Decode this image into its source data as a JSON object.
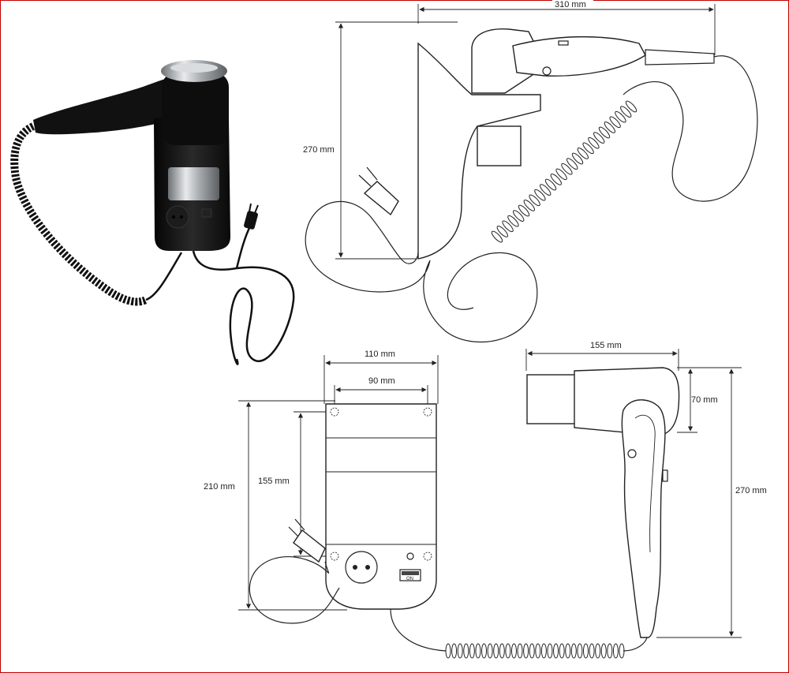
{
  "dimensions": {
    "top_width": "310 mm",
    "side_height": "270 mm",
    "base_outer_width": "110 mm",
    "base_inner_width": "90 mm",
    "base_height": "210 mm",
    "base_hole_spacing": "155 mm",
    "dryer_length": "155 mm",
    "dryer_nozzle": "70 mm",
    "dryer_height": "270 mm"
  },
  "switch_label": "ON",
  "colors": {
    "line": "#222222",
    "product_body": "#111111",
    "chrome": "#b8bcc0",
    "frame": "#c00000"
  },
  "images": {
    "product_photo": "black wall-mounted hair dryer with chrome accents, coiled cord and plug"
  }
}
